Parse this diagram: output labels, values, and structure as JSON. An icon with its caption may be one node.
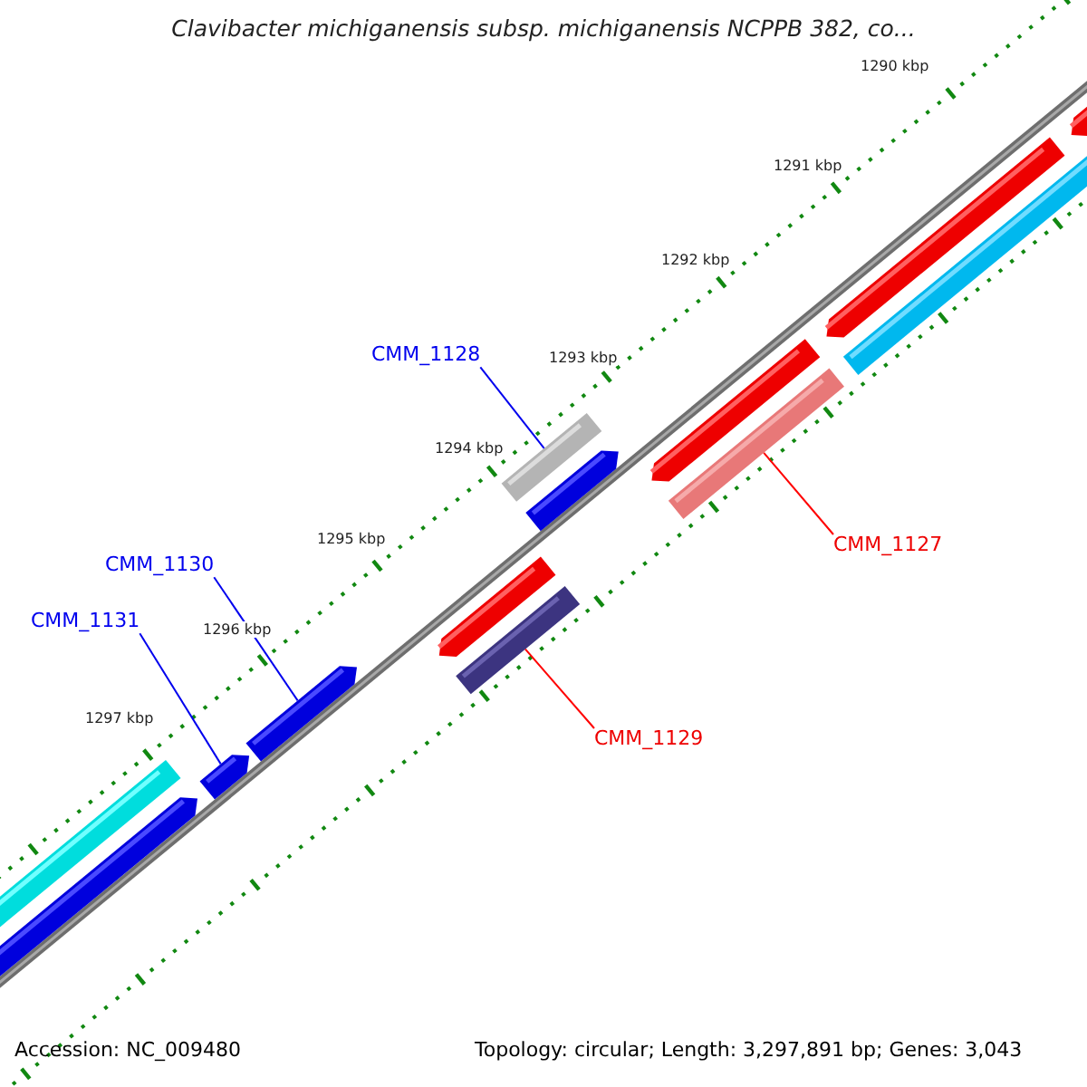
{
  "diagram": {
    "title": "Clavibacter michiganensis subsp. michiganensis NCPPB 382, co...",
    "nodes": [
      {
        "text": [
          "CMM_1128"
        ]
      },
      {
        "text": [],
        "shape": "bar"
      },
      {
        "text": [
          "CMM_1127"
        ]
      },
      {
        "text": [],
        "shape": "bar"
      },
      {
        "text": [
          "CMM_1130"
        ]
      },
      {
        "text": [],
        "shape": "bar"
      },
      {
        "text": [
          "CMM_1131"
        ]
      },
      {
        "text": [],
        "shape": "bar"
      },
      {
        "text": [
          "CMM_1129"
        ]
      },
      {
        "text": [],
        "shape": "bar"
      }
    ],
    "edges": [
      {
        "from": 0,
        "to": 1,
        "arrow": "none"
      },
      {
        "from": 2,
        "to": 3,
        "arrow": "none",
        "color": "#ff0000"
      },
      {
        "from": 4,
        "to": 5,
        "arrow": "none"
      },
      {
        "from": 6,
        "to": 7,
        "arrow": "none"
      },
      {
        "from": 8,
        "to": 9,
        "arrow": "none",
        "color": "#ff0000"
      }
    ],
    "labels": [
      "1290 kbp",
      "1291 kbp",
      "1292 kbp",
      "1293 kbp",
      "1294 kbp",
      "1295 kbp",
      "1296 kbp",
      "1297 kbp",
      "Accession: NC_009480",
      "Topology: circular; Length: 3,297,891 bp; Genes: 3,043"
    ]
  }
}
